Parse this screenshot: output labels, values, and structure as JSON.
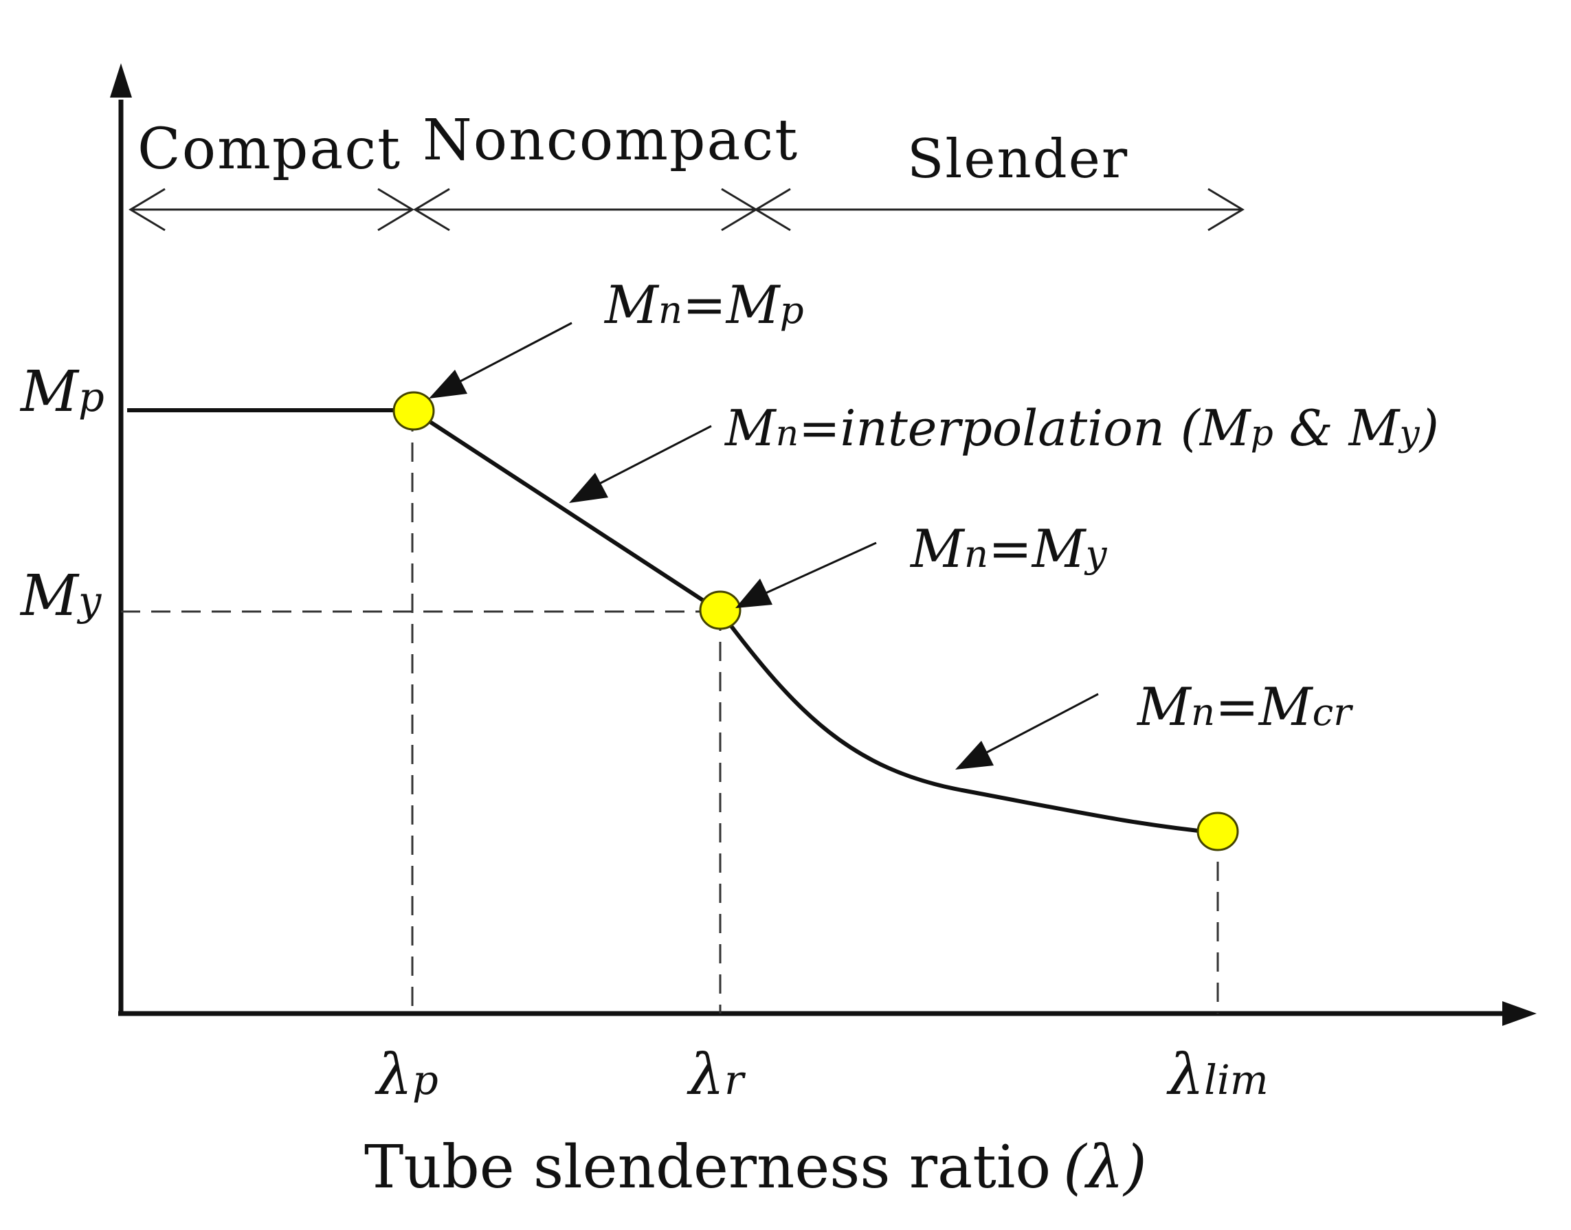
{
  "regions": {
    "compact": "Compact",
    "noncompact": "Noncompact",
    "slender": "Slender"
  },
  "y_labels": {
    "mp": {
      "main": "M",
      "sub": "p"
    },
    "my": {
      "main": "M",
      "sub": "y"
    }
  },
  "x_labels": {
    "lambda_p": {
      "main": "λ",
      "sub": "p"
    },
    "lambda_r": {
      "main": "λ",
      "sub": "r"
    },
    "lambda_lim": {
      "main": "λ",
      "sub": "lim"
    }
  },
  "annotations": {
    "mn_mp": {
      "m1": "M",
      "s1": "n",
      "eq": "=",
      "m2": "M",
      "s2": "p"
    },
    "mn_interp": {
      "m1": "M",
      "s1": "n",
      "eq": "=interpolation",
      "paren_open": " (",
      "m2": "M",
      "s2": "p",
      "amp": " & ",
      "m3": "M",
      "s3": "y",
      "paren_close": ")"
    },
    "mn_my": {
      "m1": "M",
      "s1": "n",
      "eq": "=",
      "m2": "M",
      "s2": "y"
    },
    "mn_mcr": {
      "m1": "M",
      "s1": "n",
      "eq": "=",
      "m2": "M",
      "s2": "cr"
    }
  },
  "x_axis_title": {
    "text": "Tube slenderness ratio",
    "symbol": "(λ)"
  },
  "colors": {
    "line": "#111111",
    "point_fill": "#ffff00",
    "point_stroke": "#444400"
  }
}
